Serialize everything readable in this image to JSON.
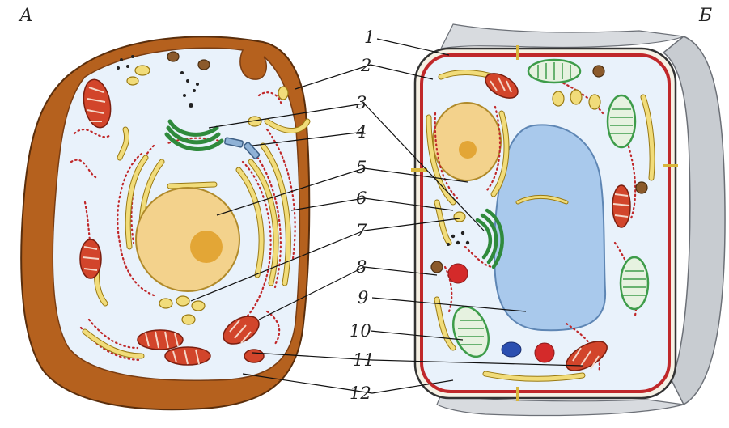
{
  "panels": {
    "animal": "А",
    "plant": "Б"
  },
  "labels": [
    "1",
    "2",
    "3",
    "4",
    "5",
    "6",
    "7",
    "8",
    "9",
    "10",
    "11",
    "12"
  ],
  "colors": {
    "cell_wall_brown": "#b5611e",
    "membrane_red": "#c0282a",
    "cytoplasm": "#e9f2fb",
    "nucleus": "#f3d28c",
    "nucleolus": "#e3a636",
    "er_yellow": "#f1dc7a",
    "mitochondria": "#d2452b",
    "golgi_green": "#2f8a3c",
    "chloroplast_green": "#3e9c4a",
    "vacuole_blue": "#a9c9ec",
    "wall_gray": "#c8ccd1"
  }
}
